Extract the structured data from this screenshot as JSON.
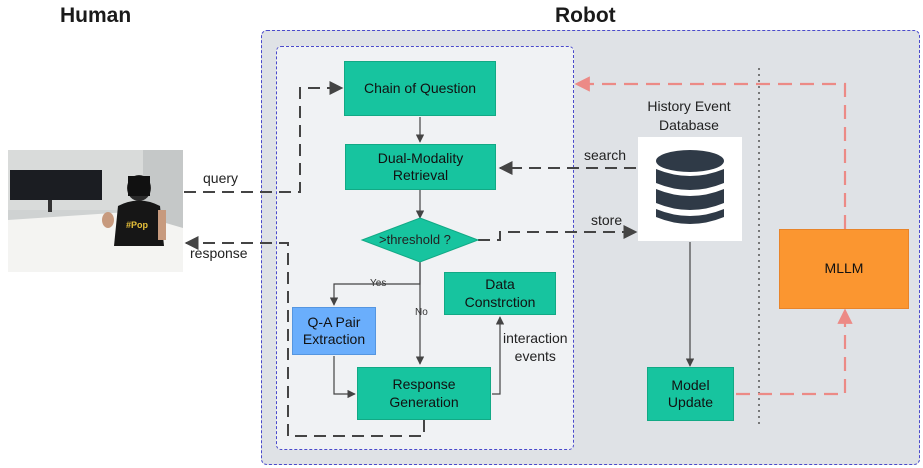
{
  "headers": {
    "human": "Human",
    "robot": "Robot"
  },
  "nodes": {
    "chain_of_question": "Chain of Question",
    "dual_modality_retrieval": [
      "Dual-Modality",
      "Retrieval"
    ],
    "threshold": ">threshold ?",
    "qa_pair_extraction": [
      "Q-A Pair",
      "Extraction"
    ],
    "data_construction": [
      "Data",
      "Constrction"
    ],
    "response_generation": [
      "Response",
      "Generation"
    ],
    "history_event_database": [
      "History Event",
      "Database"
    ],
    "model_update": [
      "Model",
      "Update"
    ],
    "mllm": "MLLM"
  },
  "edge_labels": {
    "query": "query",
    "response": "response",
    "search": "search",
    "store": "store",
    "yes": "Yes",
    "no": "No",
    "interaction_events": [
      "interaction",
      "events"
    ]
  },
  "colors": {
    "teal": "#17c49f",
    "blue": "#6aaefc",
    "orange": "#fb9630",
    "robot_bg": "#dfe2e6",
    "inner_bg": "#f0f2f4",
    "border_blue": "#4a4acb",
    "red_dash": "#ec8a86",
    "database_dark": "#2f3a47"
  },
  "icons": {
    "database": "database-cylinder-icon",
    "person_photo": "person-at-desk-photo"
  }
}
